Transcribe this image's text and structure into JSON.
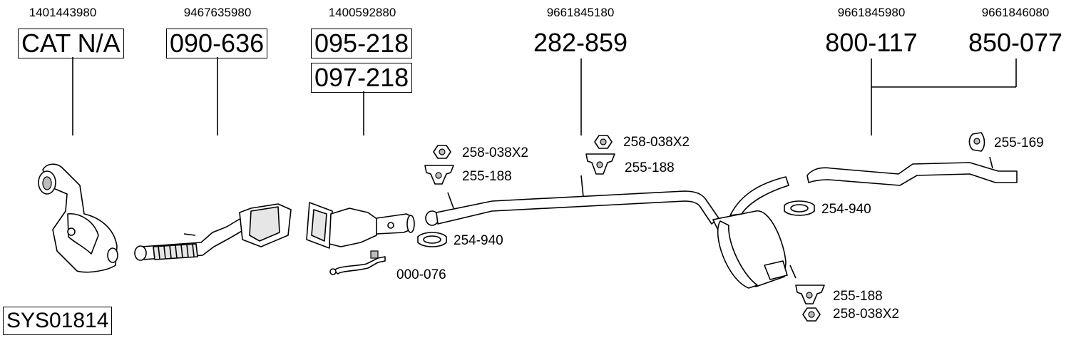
{
  "oem_numbers": [
    "1401443980",
    "9467635980",
    "1400592880",
    "9661845180",
    "9661845980",
    "9661846080"
  ],
  "part_numbers": [
    "CAT N/A",
    "090-636",
    "095-218",
    "097-218",
    "282-859",
    "800-117",
    "850-077"
  ],
  "fitting_labels": [
    "258-038X2",
    "255-188",
    "254-940",
    "000-076",
    "258-038X2",
    "255-188",
    "254-940",
    "255-169",
    "255-188",
    "258-038X2"
  ],
  "system_id": "SYS01814"
}
